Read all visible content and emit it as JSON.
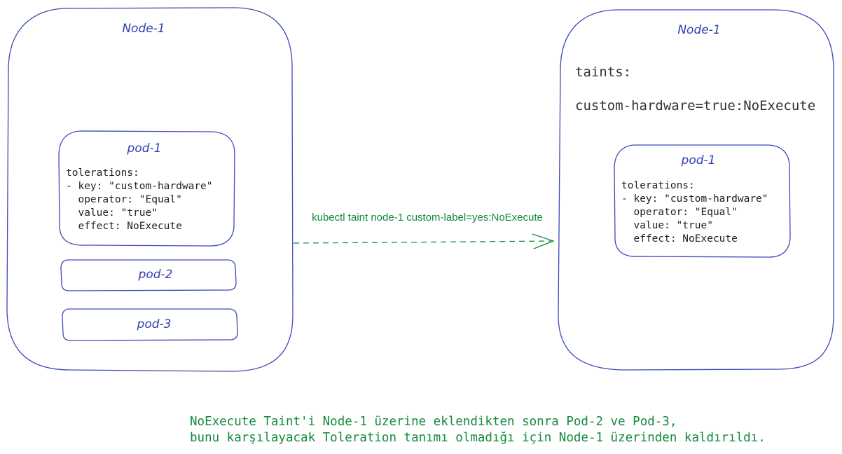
{
  "left_node": {
    "title": "Node-1",
    "pod1": {
      "title": "pod-1",
      "lines": [
        "tolerations:",
        "- key: \"custom-hardware\"",
        "  operator: \"Equal\"",
        "  value: \"true\"",
        "  effect: NoExecute"
      ]
    },
    "pod2": {
      "title": "pod-2"
    },
    "pod3": {
      "title": "pod-3"
    }
  },
  "arrow": {
    "label": "kubectl taint node-1 custom-label=yes:NoExecute"
  },
  "right_node": {
    "title": "Node-1",
    "taints_label": "taints:",
    "taint_value": "custom-hardware=true:NoExecute",
    "pod1": {
      "title": "pod-1",
      "lines": [
        "tolerations:",
        "- key: \"custom-hardware\"",
        "  operator: \"Equal\"",
        "  value: \"true\"",
        "  effect: NoExecute"
      ]
    }
  },
  "caption": {
    "line1": "NoExecute Taint'i Node-1 üzerine eklendikten sonra Pod-2 ve Pod-3,",
    "line2": "bunu karşılayacak Toleration tanımı olmadığı için Node-1 üzerinden kaldırıldı."
  },
  "colors": {
    "box_stroke": "#3b4ab8",
    "hand_text": "#2f3fb0",
    "accent_green": "#128a3c"
  }
}
